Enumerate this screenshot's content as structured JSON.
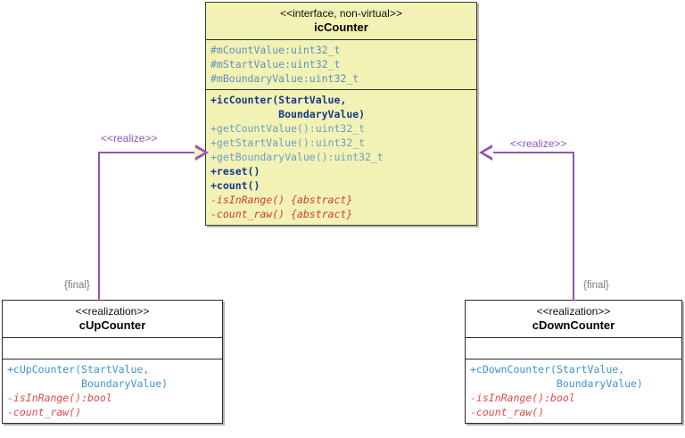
{
  "diagram": {
    "type": "uml-class-diagram",
    "background": "#ffffff",
    "connector_color": "#8f56b8",
    "interface_fill": "#f2f2b4"
  },
  "interface_class": {
    "stereotype": "<<interface, non-virtual>>",
    "name": "icCounter",
    "attributes": [
      "#mCountValue:uint32_t",
      "#mStartValue:uint32_t",
      "#mBoundaryValue:uint32_t"
    ],
    "operations": [
      "+icCounter(StartValue,",
      "           BoundaryValue)",
      "+getCountValue():uint32_t",
      "+getStartValue():uint32_t",
      "+getBoundaryValue():uint32_t",
      "+reset()",
      "+count()",
      "-isInRange() {abstract}",
      "-count_raw() {abstract}"
    ]
  },
  "up_counter_class": {
    "stereotype": "<<realization>>",
    "name": "cUpCounter",
    "attributes": [],
    "operations": [
      "+cUpCounter(StartValue,",
      "            BoundaryValue)",
      "-isInRange():bool",
      "-count_raw()"
    ]
  },
  "down_counter_class": {
    "stereotype": "<<realization>>",
    "name": "cDownCounter",
    "attributes": [],
    "operations": [
      "+cDownCounter(StartValue,",
      "              BoundaryValue)",
      "-isInRange():bool",
      "-count_raw()"
    ]
  },
  "connectors": {
    "left_realize_label": "<<realize>>",
    "right_realize_label": "<<realize>>",
    "left_final_label": "{final}",
    "right_final_label": "{final}"
  }
}
